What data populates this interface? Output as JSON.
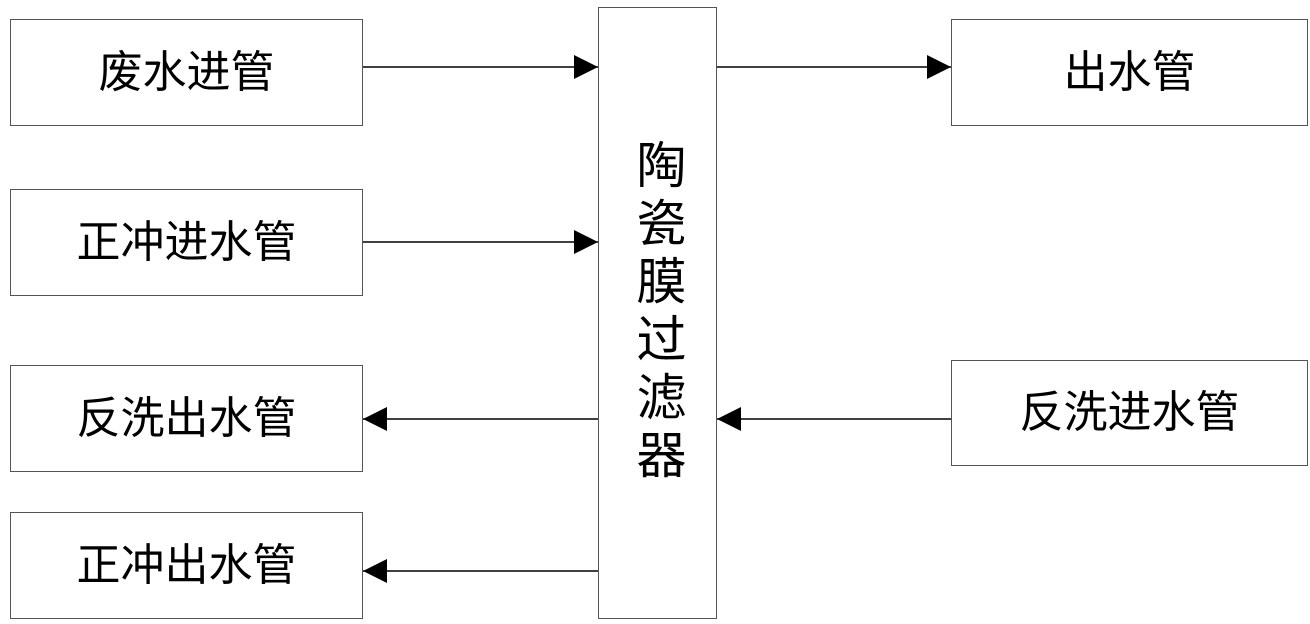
{
  "nodes": {
    "wastewater_inlet": "废水进管",
    "forward_flush_inlet": "正冲进水管",
    "backwash_outlet": "反洗出水管",
    "forward_flush_outlet": "正冲出水管",
    "water_outlet": "出水管",
    "backwash_inlet": "反洗进水管",
    "filter": "陶瓷膜过滤器"
  },
  "edges": [
    {
      "from": "废水进管",
      "to": "陶瓷膜过滤器"
    },
    {
      "from": "正冲进水管",
      "to": "陶瓷膜过滤器"
    },
    {
      "from": "陶瓷膜过滤器",
      "to": "出水管"
    },
    {
      "from": "反洗进水管",
      "to": "陶瓷膜过滤器"
    },
    {
      "from": "陶瓷膜过滤器",
      "to": "反洗出水管"
    },
    {
      "from": "陶瓷膜过滤器",
      "to": "正冲出水管"
    }
  ]
}
